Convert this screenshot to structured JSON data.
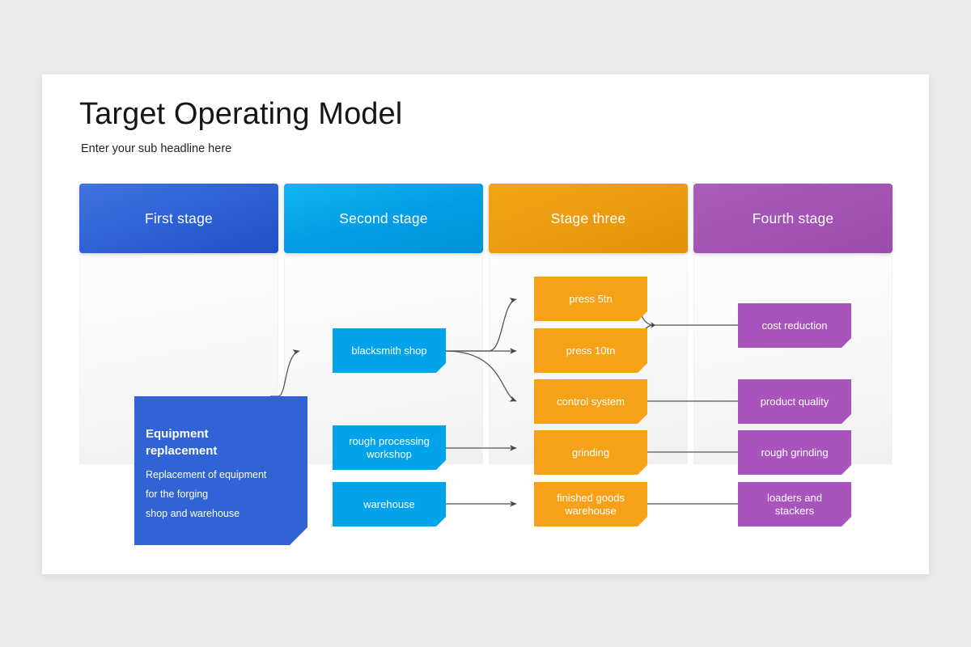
{
  "slide": {
    "title": "Target Operating Model",
    "subtitle": "Enter your sub headline here"
  },
  "stages": [
    {
      "key": "stage1",
      "label": "First stage",
      "color": "#2f63d6"
    },
    {
      "key": "stage2",
      "label": "Second stage",
      "color": "#03a3ea"
    },
    {
      "key": "stage3",
      "label": "Stage three",
      "color": "#f5a219"
    },
    {
      "key": "stage4",
      "label": "Fourth stage",
      "color": "#a954bd"
    }
  ],
  "card": {
    "title_line1": "Equipment",
    "title_line2": "replacement",
    "body_line1": "Replacement of equipment",
    "body_line2": "for the forging",
    "body_line3": "shop and warehouse"
  },
  "stage2_nodes": [
    {
      "label": "blacksmith shop"
    },
    {
      "label": "rough processing\nworkshop"
    },
    {
      "label": "warehouse"
    }
  ],
  "stage3_nodes": [
    {
      "label": "press 5tn"
    },
    {
      "label": "press 10tn"
    },
    {
      "label": "control system"
    },
    {
      "label": "grinding"
    },
    {
      "label": "finished goods\nwarehouse"
    }
  ],
  "stage4_nodes": [
    {
      "label": "cost reduction"
    },
    {
      "label": "product quality"
    },
    {
      "label": "rough grinding"
    },
    {
      "label": "loaders and\nstackers"
    }
  ]
}
